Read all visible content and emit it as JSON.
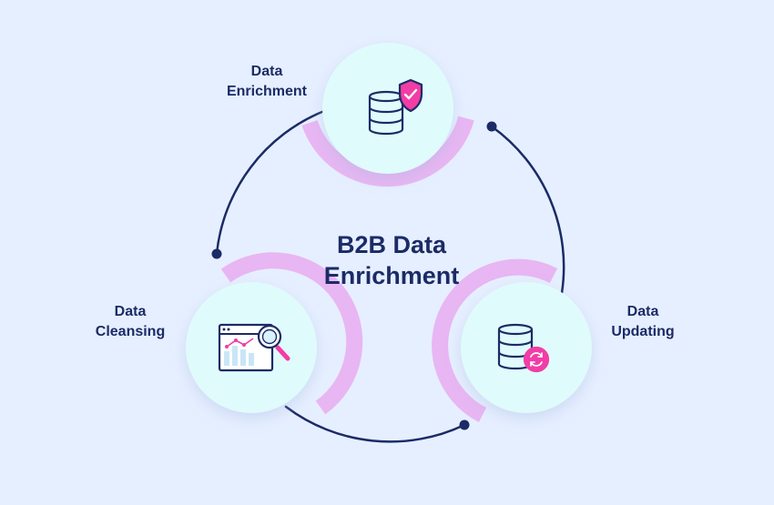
{
  "title": {
    "line1": "B2B Data",
    "line2": "Enrichment"
  },
  "nodes": [
    {
      "id": "enrichment",
      "label_line1": "Data",
      "label_line2": "Enrichment",
      "icon": "database-shield-icon"
    },
    {
      "id": "updating",
      "label_line1": "Data",
      "label_line2": "Updating",
      "icon": "database-refresh-icon"
    },
    {
      "id": "cleansing",
      "label_line1": "Data",
      "label_line2": "Cleansing",
      "icon": "chart-magnifier-icon"
    }
  ],
  "colors": {
    "background": "#e6efff",
    "circle_fill": "#e0fbfb",
    "arc_accent": "#e8b6f2",
    "line": "#1b2b66",
    "accent_pink": "#f23da6",
    "title_text": "#1b2b66"
  }
}
